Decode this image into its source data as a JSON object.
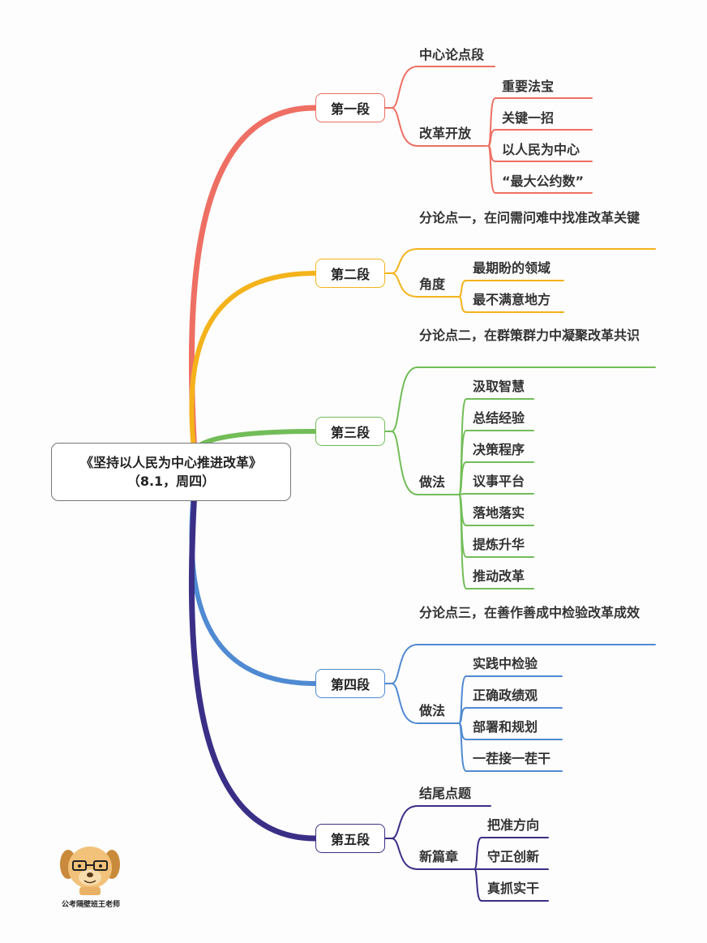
{
  "root": {
    "title": "《坚持以人民为中心推进改革》",
    "subtitle": "（8.1，周四）"
  },
  "sections": [
    {
      "label": "第一段",
      "color": "#ee6f63",
      "branches": [
        {
          "label": "中心论点段",
          "children": []
        },
        {
          "label": "改革开放",
          "children": [
            "重要法宝",
            "关键一招",
            "以人民为中心",
            "“最大公约数”"
          ]
        }
      ]
    },
    {
      "label": "第二段",
      "color": "#f4b31b",
      "branches": [
        {
          "label": "分论点一，在问需问难中找准改革关键",
          "children": []
        },
        {
          "label": "角度",
          "children": [
            "最期盼的领域",
            "最不满意地方"
          ]
        }
      ]
    },
    {
      "label": "第三段",
      "color": "#72bd58",
      "branches": [
        {
          "label": "分论点二，在群策群力中凝聚改革共识",
          "children": []
        },
        {
          "label": "做法",
          "children": [
            "汲取智慧",
            "总结经验",
            "决策程序",
            "议事平台",
            "落地落实",
            "提炼升华",
            "推动改革"
          ]
        }
      ]
    },
    {
      "label": "第四段",
      "color": "#4f8ad2",
      "branches": [
        {
          "label": "分论点三，在善作善成中检验改革成效",
          "children": []
        },
        {
          "label": "做法",
          "children": [
            "实践中检验",
            "正确政绩观",
            "部署和规划",
            "一茬接一茬干"
          ]
        }
      ]
    },
    {
      "label": "第五段",
      "color": "#3a2f86",
      "branches": [
        {
          "label": "结尾点题",
          "children": []
        },
        {
          "label": "新篇章",
          "children": [
            "把准方向",
            "守正创新",
            "真抓实干"
          ]
        }
      ]
    }
  ],
  "watermark": {
    "caption": "公考隔壁班王老师"
  }
}
